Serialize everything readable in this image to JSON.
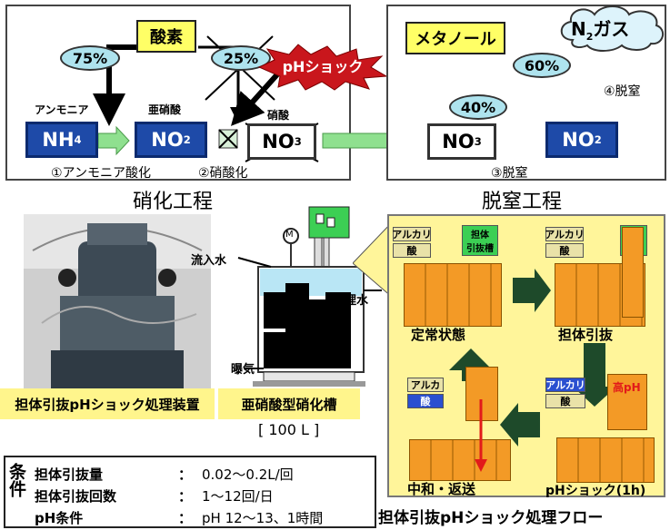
{
  "top": {
    "left": {
      "oxygen": "酸素",
      "pct75": "75%",
      "pct25": "25%",
      "ph_shock": "pHショック",
      "ammonia_label": "アンモニア",
      "nitrite_label": "亜硝酸",
      "nitrate_label": "硝酸",
      "nh4_main": "NH",
      "nh4_sub": "4",
      "no2_main": "NO",
      "no2_sub": "2",
      "no3_main": "NO",
      "no3_sub": "3",
      "step1": "①アンモニア酸化",
      "step2": "②硝酸化",
      "title": "硝化工程"
    },
    "right": {
      "methanol": "メタノール",
      "n2_main": "N",
      "n2_sub": "2",
      "n2_tail": "ガス",
      "pct60": "60%",
      "pct40": "40%",
      "step4": "④脱窒",
      "no3_main": "NO",
      "no3_sub": "3",
      "no2_main": "NO",
      "no2_sub": "2",
      "step3": "③脱窒",
      "title": "脱窒工程"
    }
  },
  "middle": {
    "photo_caption": "担体引抜pHショック処理装置",
    "inflow": "流入水",
    "outflow": "処理水",
    "aeration": "曝気",
    "motor": "M",
    "tank_caption": "亜硝酸型硝化槽",
    "tank_volume": "[ 100 L ]"
  },
  "flow": {
    "alkali": "アルカリ",
    "acid": "酸",
    "carrier_tank_1": "担体",
    "carrier_tank_2": "引抜槽",
    "steady": "定常状態",
    "withdraw": "担体引抜",
    "alkali_short": "アルカ",
    "high_ph": "高pH",
    "neutral": "中和・返送",
    "shock": "pHショック(1h)",
    "title": "担体引抜pHショック処理フロー"
  },
  "conditions": {
    "header": "条件",
    "rows": [
      {
        "label": "担体引抜量",
        "sep": "：",
        "value": "0.02～0.2L/回"
      },
      {
        "label": "担体引抜回数",
        "sep": "：",
        "value": "1～12回/日"
      },
      {
        "label": "pH条件",
        "sep": "：",
        "value": "pH 12～13、1時間"
      }
    ]
  },
  "colors": {
    "yellow_box": "#ffff66",
    "blue_box": "#1e4aa8",
    "oval": "#aee3ee",
    "green_arrow": "#8fe08f",
    "flow_panel": "#fff59a",
    "carrier": "#f39a26",
    "shock_burst": "#c9161c"
  }
}
